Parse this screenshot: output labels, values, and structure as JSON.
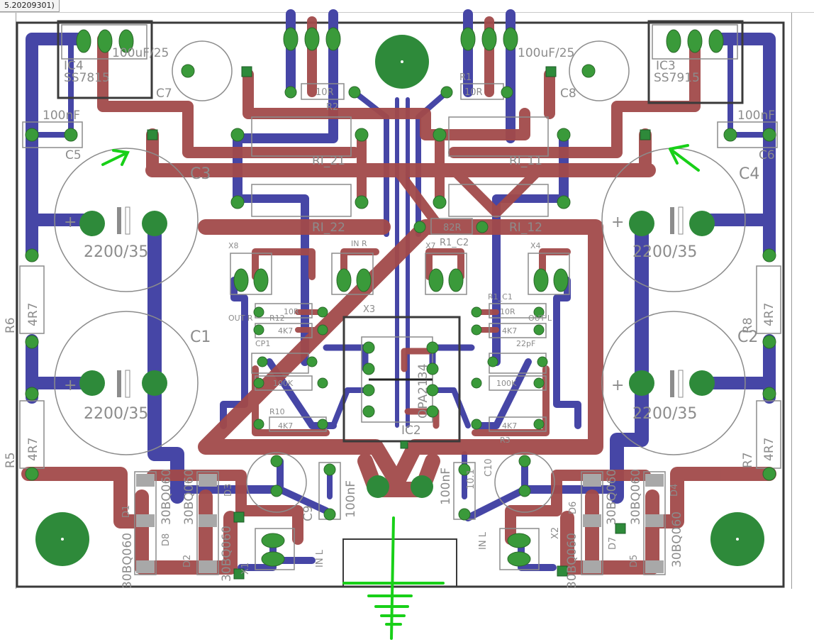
{
  "window": {
    "tab_title": "5.20209301)"
  },
  "board": {
    "colors": {
      "top_copper": "#a24a4a",
      "bottom_copper": "#4646a6",
      "pad": "#2e8a3a",
      "silk": "#8c8c8c",
      "outline": "#3a3a3a",
      "annotation": "#18d018"
    },
    "labels": {
      "ic4": "IC4",
      "ic4_part": "SS7815",
      "ic3": "IC3",
      "ic3_part": "SS7915",
      "ic2": "IC2",
      "ic2_part": "OPA2134",
      "c5": "C5",
      "c5_val": "100nF",
      "c6": "C6",
      "c6_val": "100nF",
      "c7": "C7",
      "c7_val": "100uF/25",
      "c8": "C8",
      "c8_val": "100uF/25",
      "c1": "C1",
      "c2": "C2",
      "c3": "C3",
      "c4": "C4",
      "cap_val": "2200/35",
      "r1": "R1",
      "r2": "R2",
      "r1_val": "10R",
      "r2_val": "10R",
      "ri21": "RI_21",
      "ri11": "RI_11",
      "ri22": "RI_22",
      "ri12": "RI_12",
      "r1c2": "R1_C2",
      "r1c2_val": "82R",
      "r1c1": "R1_C1",
      "x8": "X8",
      "in_r": "IN R",
      "x7": "X7",
      "x4": "X4",
      "out_r": "OUT R",
      "out_l": "OUT L",
      "r12": "R12",
      "r10": "R10",
      "r3": "R3",
      "v10r": "10R",
      "v4k7": "4K7",
      "v100k": "100K",
      "v22pf": "22pF",
      "c9": "C9",
      "c10": "C10",
      "v100nf": "100nF",
      "v10_1": "10.1",
      "r5": "R5",
      "r6": "R6",
      "r7": "R7",
      "r8": "R8",
      "v4r7": "4R7",
      "d1": "D1",
      "d2": "D2",
      "d3": "D3",
      "d4": "D4",
      "d5": "D5",
      "d6": "D6",
      "d7": "D7",
      "d8": "D8",
      "diode": "30BQ060",
      "x1": "X1",
      "x2": "X2",
      "in_l": "IN L",
      "cp1": "CP1",
      "x3": "X3",
      "c5b": "C5",
      "plus": "+"
    }
  }
}
